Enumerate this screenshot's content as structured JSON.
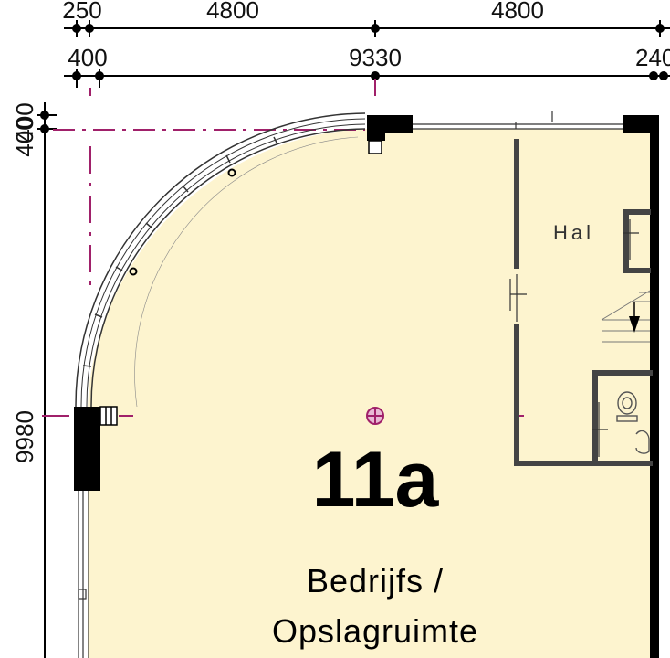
{
  "dimensions": {
    "top_row_1": [
      "250",
      "4800",
      "4800"
    ],
    "top_row_2": [
      "400",
      "9330",
      "240"
    ],
    "left_col": [
      "400",
      "400",
      "9980"
    ]
  },
  "room": {
    "number": "11a",
    "name_line_1": "Bedrijfs /",
    "name_line_2": "Opslagruimte",
    "hall_label": "Hal"
  },
  "colors": {
    "floor": "#fdf4cf",
    "wall": "#000000",
    "axis_line": "#a0206a",
    "dimension_line": "#000000"
  }
}
